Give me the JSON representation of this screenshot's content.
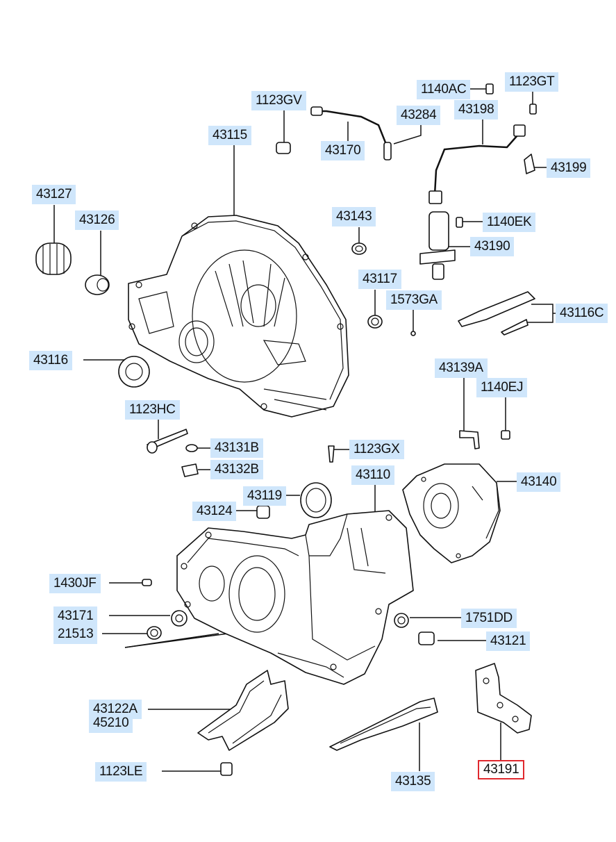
{
  "selected": "43191",
  "labels": [
    {
      "id": "1123GV",
      "text": "1123GV"
    },
    {
      "id": "1140AC",
      "text": "1140AC"
    },
    {
      "id": "1123GT",
      "text": "1123GT"
    },
    {
      "id": "43284",
      "text": "43284"
    },
    {
      "id": "43198",
      "text": "43198"
    },
    {
      "id": "43115",
      "text": "43115"
    },
    {
      "id": "43170",
      "text": "43170"
    },
    {
      "id": "43199",
      "text": "43199"
    },
    {
      "id": "43127",
      "text": "43127"
    },
    {
      "id": "43126",
      "text": "43126"
    },
    {
      "id": "43143",
      "text": "43143"
    },
    {
      "id": "1140EK",
      "text": "1140EK"
    },
    {
      "id": "43190",
      "text": "43190"
    },
    {
      "id": "43117",
      "text": "43117"
    },
    {
      "id": "1573GA",
      "text": "1573GA"
    },
    {
      "id": "43116C",
      "text": "43116C"
    },
    {
      "id": "43116",
      "text": "43116"
    },
    {
      "id": "43139A",
      "text": "43139A"
    },
    {
      "id": "1140EJ",
      "text": "1140EJ"
    },
    {
      "id": "1123HC",
      "text": "1123HC"
    },
    {
      "id": "43131B",
      "text": "43131B"
    },
    {
      "id": "1123GX",
      "text": "1123GX"
    },
    {
      "id": "43132B",
      "text": "43132B"
    },
    {
      "id": "43110",
      "text": "43110"
    },
    {
      "id": "43140",
      "text": "43140"
    },
    {
      "id": "43119",
      "text": "43119"
    },
    {
      "id": "43124",
      "text": "43124"
    },
    {
      "id": "1430JF",
      "text": "1430JF"
    },
    {
      "id": "43171",
      "text": "43171"
    },
    {
      "id": "1751DD",
      "text": "1751DD"
    },
    {
      "id": "21513",
      "text": "21513"
    },
    {
      "id": "43121",
      "text": "43121"
    },
    {
      "id": "43122A",
      "text": "43122A"
    },
    {
      "id": "45210",
      "text": "45210"
    },
    {
      "id": "1123LE",
      "text": "1123LE"
    },
    {
      "id": "43135",
      "text": "43135"
    },
    {
      "id": "43191",
      "text": "43191"
    }
  ]
}
